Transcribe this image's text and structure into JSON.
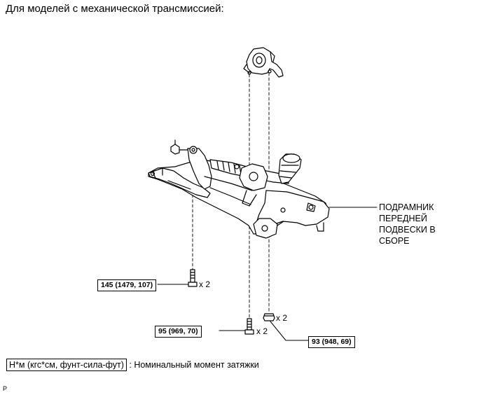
{
  "title": "Для моделей с механической трансмиссией:",
  "component_label": [
    "ПОДРАМНИК",
    "ПЕРЕДНЕЙ",
    "ПОДВЕСКИ В",
    "СБОРЕ"
  ],
  "torques": [
    {
      "value": "145 (1479, 107)",
      "qty": "x 2"
    },
    {
      "value": "95 (969, 70)",
      "qty": "x 2"
    },
    {
      "value": "93 (948, 69)",
      "qty": "x 2"
    }
  ],
  "legend": {
    "unit_box": "Н*м (кгс*см, фунт-сила-фут)",
    "text": ": Номинальный момент затяжки"
  },
  "page_mark": "P"
}
